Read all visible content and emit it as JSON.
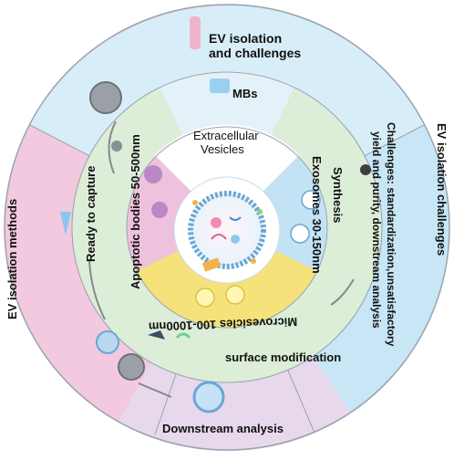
{
  "diagram": {
    "outer_ring": {
      "top_title_line1": "EV isolation",
      "top_title_line2": "and challenges",
      "left_label": "EV isolation methods",
      "right_label": "EV isolation challenges",
      "bottom_label": "Downstream analysis"
    },
    "middle_ring": {
      "top_label": "MBs",
      "left_label": "Ready to capture",
      "right_label": "Synthesis",
      "bottom_label": "surface modification",
      "challenges_line1": "Challenges: standardization,unsatisfactory",
      "challenges_line2": "yield and purity, downstream analysis"
    },
    "inner_ring": {
      "apoptotic": "Apoptotic bodies 50-500nm",
      "exosomes": "Exosomes 30-150nm",
      "microvesicles": "Microvesicles 100-1000nm"
    },
    "center": {
      "title_line1": "Extracellular",
      "title_line2": "Vesicles"
    },
    "colors": {
      "pink": "#f3c9e0",
      "blue": "#c8e6f5",
      "green": "#dcedd8",
      "yellow": "#f5e27a",
      "lavender": "#e8d8ec"
    }
  }
}
